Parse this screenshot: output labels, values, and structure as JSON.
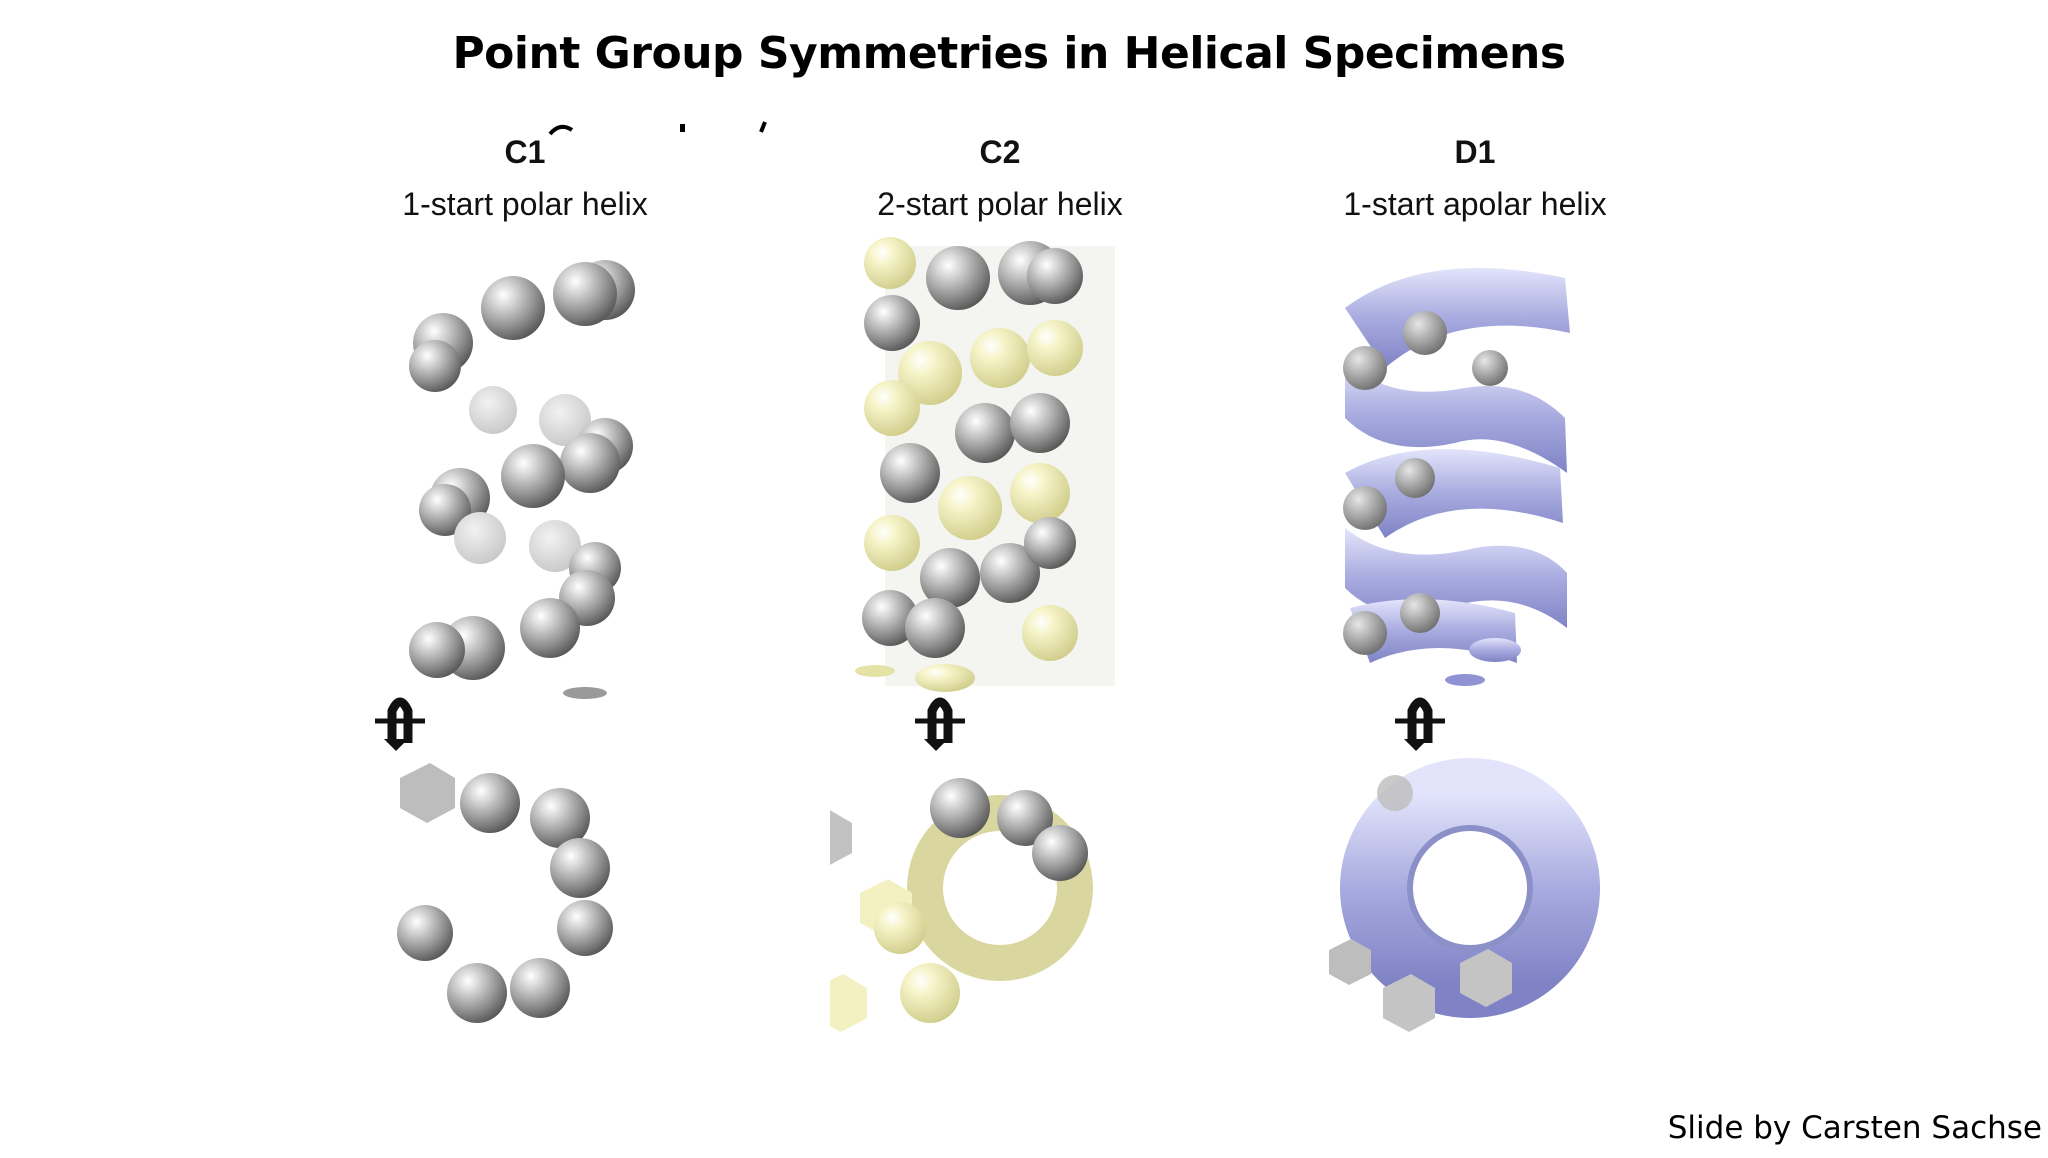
{
  "slide": {
    "title": "Point Group Symmetries in Helical Specimens",
    "credit": "Slide by Carsten Sachse"
  },
  "panels": [
    {
      "label": "C1",
      "description": "1-start polar helix",
      "color": "#9a9a9a",
      "accent": "#9a9a9a"
    },
    {
      "label": "C2",
      "description": "2-start polar helix",
      "color": "#9a9a9a",
      "accent": "#f1efb6"
    },
    {
      "label": "D1",
      "description": "1-start apolar helix",
      "color": "#a9acdf",
      "accent": "#a9acdf"
    }
  ],
  "icons": [
    "rotation-arrow-icon"
  ]
}
